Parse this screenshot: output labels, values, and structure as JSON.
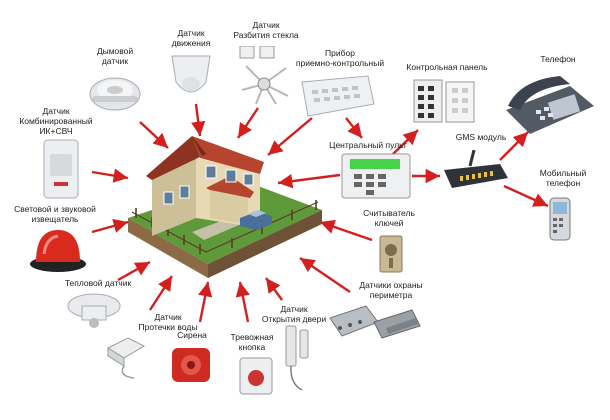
{
  "labels": {
    "smoke": [
      "Дымовой",
      "датчик"
    ],
    "motion": [
      "Датчик",
      "движения"
    ],
    "glass": [
      "Датчик",
      "Разбития стекла"
    ],
    "panel_unit": [
      "Прибор",
      "приемно-контрольный"
    ],
    "control_panel": [
      "Контрольная панель"
    ],
    "phone": [
      "Телефон"
    ],
    "combined": [
      "Датчик",
      "Комбинированный",
      "ИК+СВЧ"
    ],
    "central": [
      "Центральный пульт"
    ],
    "gsm": [
      "GMS модуль"
    ],
    "mobile": [
      "Мобильный",
      "телефон"
    ],
    "siren_light": [
      "Световой и звуковой",
      "извещатель"
    ],
    "key_reader": [
      "Считыватель",
      "ключей"
    ],
    "heat": [
      "Тепловой датчик"
    ],
    "perimeter": [
      "Датчики охраны",
      "периметра"
    ],
    "water": [
      "Датчик",
      "Протечки воды"
    ],
    "siren": [
      "Сирена"
    ],
    "alarm_button": [
      "Тревожная",
      "кнопка"
    ],
    "door": [
      "Датчик",
      "Открытия двери"
    ]
  },
  "colors": {
    "arrow": "#d21f1f",
    "roof": "#b5452e",
    "wall": "#e6d9b4",
    "grass": "#5f9a3a",
    "device": "#e9ebee",
    "lcd": "#47d24a",
    "beacon": "#d82b1e"
  }
}
